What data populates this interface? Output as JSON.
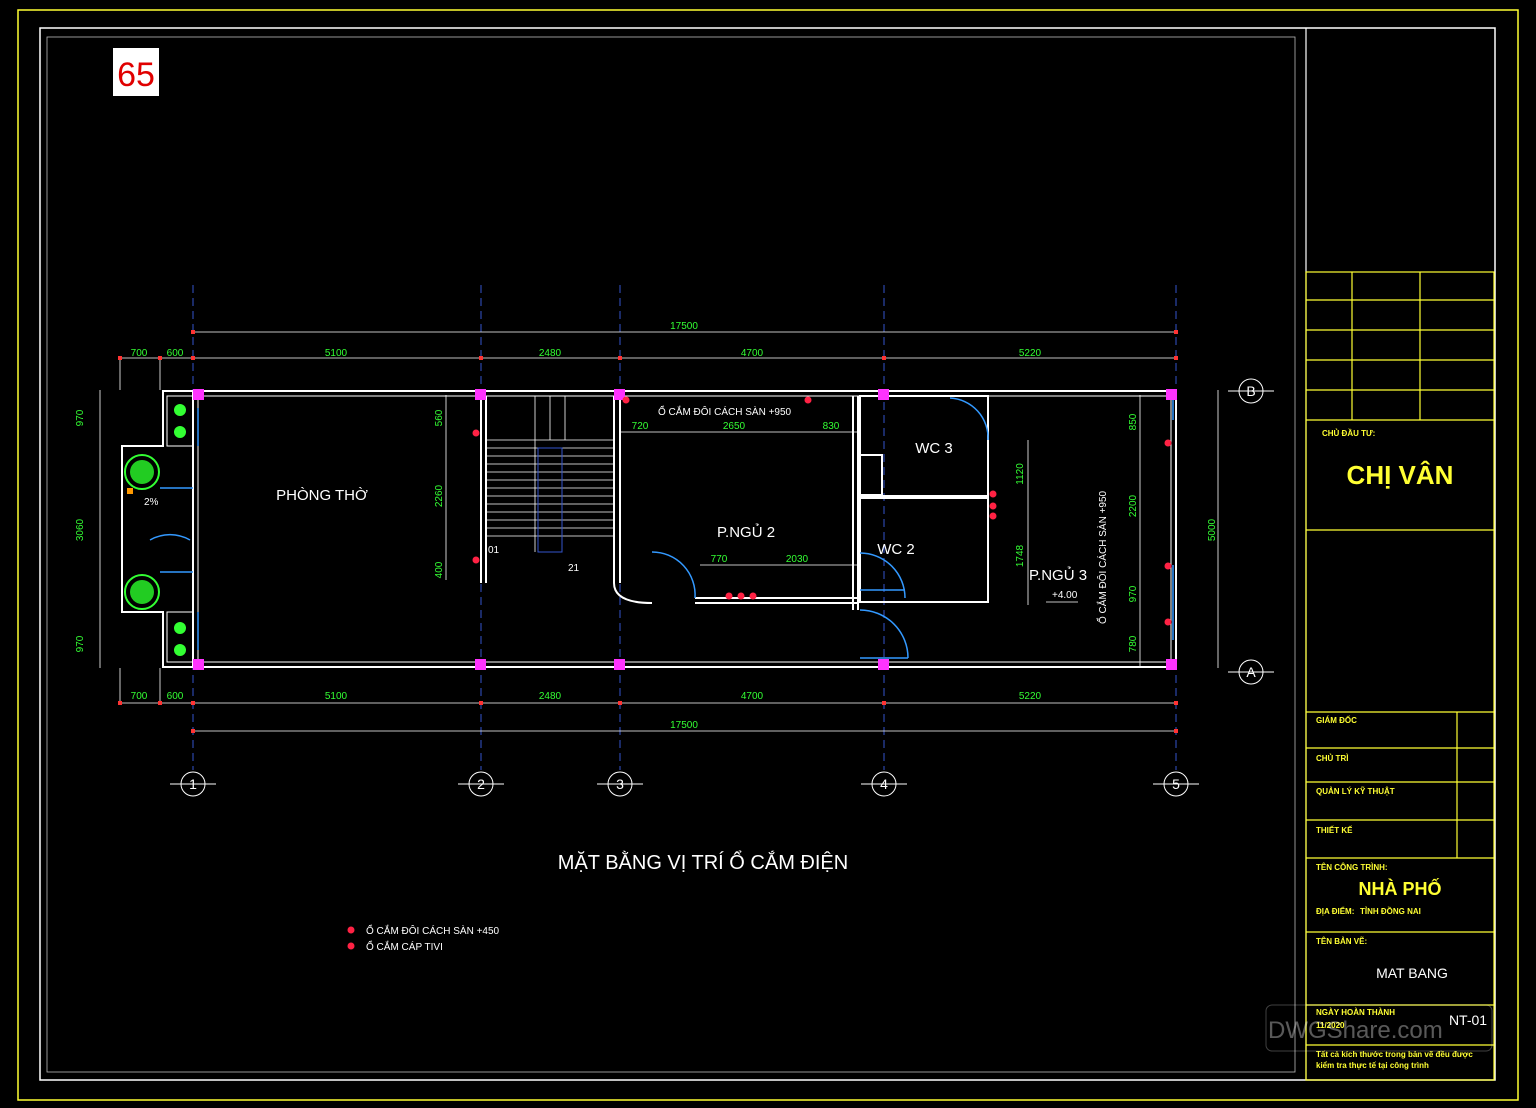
{
  "sheet_number": "65",
  "drawing_title": "MẶT BẰNG VỊ TRÍ Ổ CẮM ĐIỆN",
  "rooms": {
    "phong_tho": "PHÒNG THỜ",
    "pngu2": "P.NGỦ 2",
    "wc3": "WC 3",
    "wc2": "WC 2",
    "pngu3": "P.NGỦ 3"
  },
  "grid_labels": {
    "axes_x": [
      "1",
      "2",
      "3",
      "4",
      "5"
    ],
    "axes_y": [
      "B",
      "A"
    ]
  },
  "dimensions": {
    "total": "17500",
    "top_row": [
      "700",
      "600",
      "5100",
      "2480",
      "4700",
      "5220"
    ],
    "left_col": [
      "970",
      "3060",
      "970"
    ],
    "right": "5000",
    "inner_right": [
      "850",
      "2200",
      "970",
      "780"
    ],
    "stair": [
      "560",
      "2260",
      "400"
    ],
    "pngu2_top": [
      "720",
      "2650",
      "830"
    ],
    "pngu2_mid": [
      "770",
      "2030"
    ],
    "wc_v": [
      "1120",
      "1748"
    ]
  },
  "annotations": {
    "socket_top": "Ổ CẮM ĐÔI CÁCH SÀN +950",
    "socket_vertical": "Ổ CẮM ĐÔI CÁCH SÀN +950",
    "level": "+4.00",
    "slope": "2%",
    "stair_start": "01",
    "stair_end": "21"
  },
  "legend": [
    {
      "label": "Ổ CẮM ĐÔI CÁCH SÀN +450",
      "icon": "double-socket-icon"
    },
    {
      "label": "Ổ CẮM CÁP TIVI",
      "icon": "tv-socket-icon"
    }
  ],
  "title_block": {
    "chu_dau_tu_label": "CHỦ ĐẦU TƯ:",
    "chu_dau_tu": "CHỊ VÂN",
    "giam_doc": "GIÁM ĐỐC",
    "chu_tri": "CHỦ TRÌ",
    "quan_ly": "QUẢN LÝ KỸ THUẬT",
    "thiet_ke": "THIẾT KẾ",
    "ten_cong_trinh_label": "TÊN CÔNG TRÌNH:",
    "ten_cong_trinh": "NHÀ PHỐ",
    "dia_diem_label": "ĐỊA ĐIỂM:",
    "dia_diem": "TỈNH ĐỒNG NAI",
    "ten_ban_ve_label": "TÊN BẢN VẼ:",
    "ten_ban_ve": "MAT BANG",
    "ngay_label": "NGÀY HOÀN THÀNH",
    "ngay": "11/2020",
    "sheet_code": "NT-01",
    "footnote_1": "Tất cả kích thước trong bản vẽ đều được",
    "footnote_2": "kiểm tra thực tế tại công trình"
  },
  "watermark": "DWGShare.com",
  "colors": {
    "background": "#000000",
    "frame": "#ffff33",
    "dimension": "#33ff33",
    "column": "#ff33ff",
    "socket": "#ff2244",
    "wall": "#ffffff"
  }
}
